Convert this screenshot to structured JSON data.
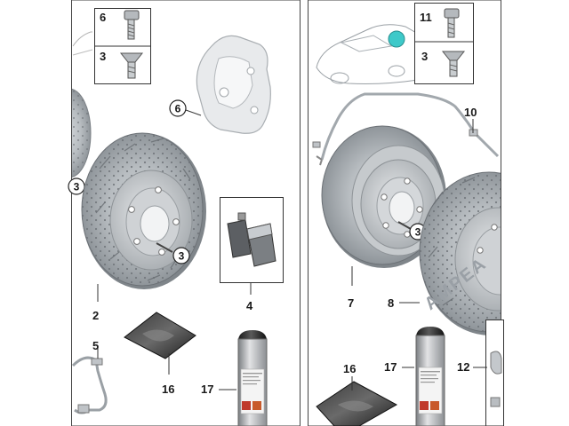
{
  "left_panel": {
    "inset_labels": [
      "6",
      "3"
    ],
    "callouts": {
      "caliper": "6",
      "disc_screw_upper": "3",
      "disc_screw_lower": "3"
    },
    "part_labels": {
      "disc": "2",
      "pads": "4",
      "sensor": "5",
      "grease": "16",
      "spray": "17"
    }
  },
  "right_panel": {
    "inset_labels": [
      "11",
      "3"
    ],
    "callouts": {
      "disc_screw": "3"
    },
    "part_labels": {
      "sensor_cable": "10",
      "disc_front": "7",
      "disc_rear": "8",
      "grease": "16",
      "spray": "17",
      "partial": "12"
    },
    "watermark": "AMPEA",
    "marker_color": "#3ec9c9"
  }
}
